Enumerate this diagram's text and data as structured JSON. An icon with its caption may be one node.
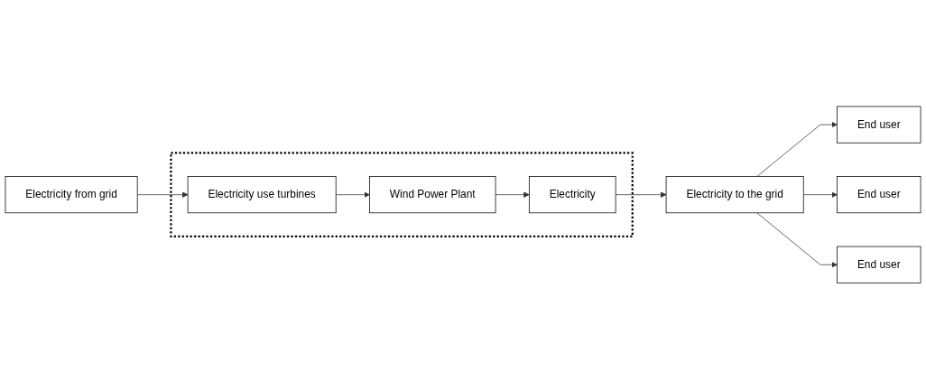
{
  "diagram": {
    "nodes": [
      {
        "text": [],
        "shape": "box"
      },
      {
        "text": [
          "Wind Power Plant"
        ],
        "in": 0
      },
      {
        "text": [
          "Electricity"
        ],
        "in": 0
      },
      {
        "text": [
          "Electricity use turbines"
        ],
        "in": 0
      },
      {
        "text": [
          "Electricity to the grid"
        ]
      },
      {
        "text": [
          "End user"
        ]
      },
      {
        "text": [
          "End user"
        ]
      },
      {
        "text": [
          "End user"
        ]
      },
      {
        "text": [
          "Electricity from grid"
        ]
      }
    ],
    "edges": [
      {
        "from": 1,
        "to": 2,
        "arrow": "to"
      },
      {
        "from": 2,
        "to": 4,
        "arrow": "to"
      },
      {
        "from": 4,
        "to": 5,
        "arrow": "to"
      },
      {
        "from": 4,
        "to": 6,
        "arrow": "to"
      },
      {
        "from": 4,
        "to": 7,
        "arrow": "to"
      },
      {
        "from": 3,
        "to": 1,
        "arrow": "to"
      },
      {
        "from": 8,
        "to": 3,
        "arrow": "to"
      }
    ]
  }
}
